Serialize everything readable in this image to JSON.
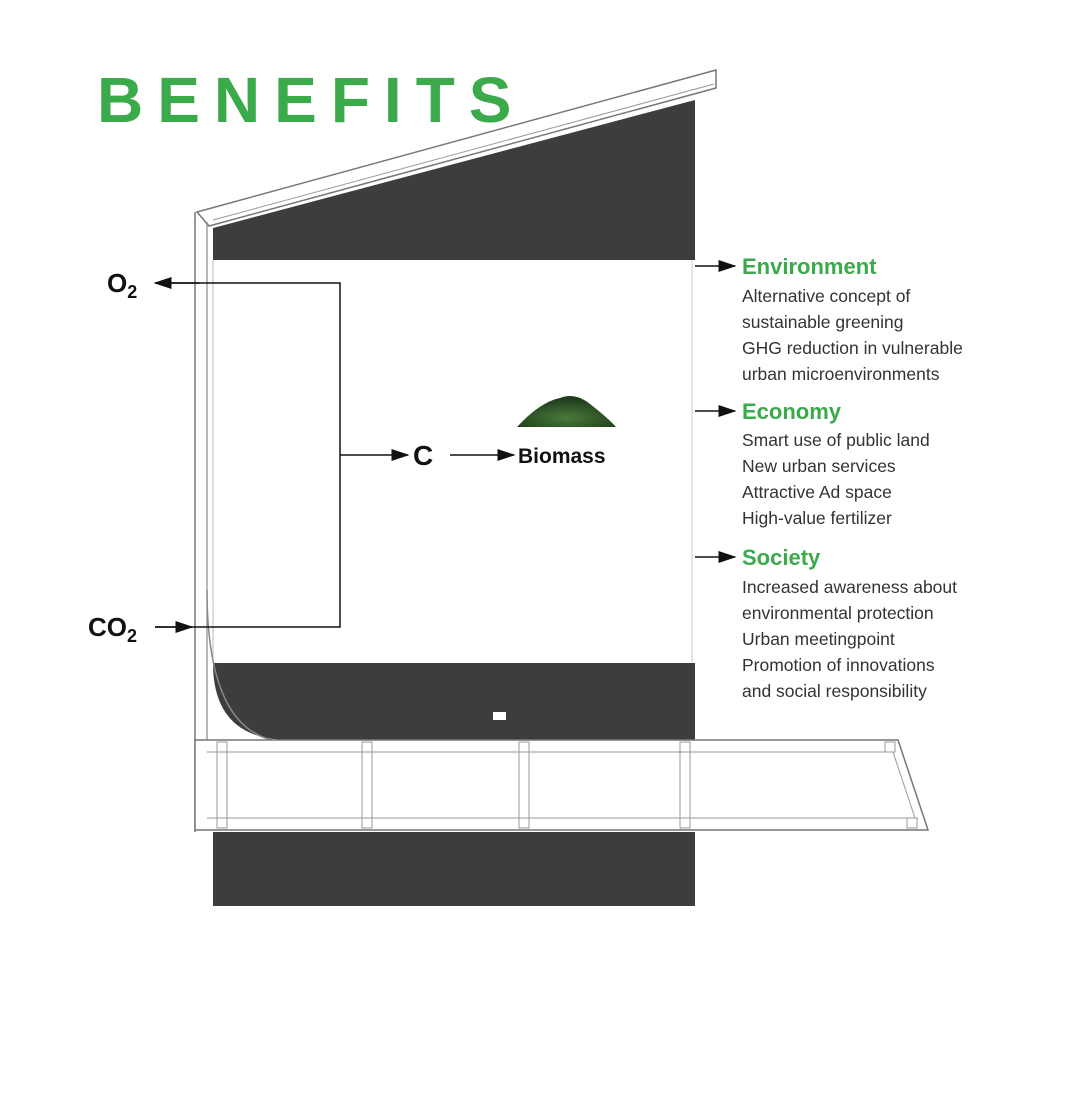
{
  "title": "BENEFITS",
  "colors": {
    "accent": "#3aaa4a",
    "dark": "#3d3d3d",
    "text": "#333333"
  },
  "flow": {
    "o2": {
      "base": "O",
      "sub": "2"
    },
    "co2": {
      "base": "CO",
      "sub": "2"
    },
    "carbon": "C",
    "biomass": "Biomass"
  },
  "benefits": [
    {
      "heading": "Environment",
      "lines": [
        "Alternative concept of",
        "sustainable greening",
        "GHG reduction in vulnerable",
        "urban microenvironments"
      ]
    },
    {
      "heading": "Economy",
      "lines": [
        "Smart use of public land",
        "New urban services",
        "Attractive Ad space",
        "High-value fertilizer"
      ]
    },
    {
      "heading": "Society",
      "lines": [
        "Increased awareness about",
        "environmental protection",
        "Urban meetingpoint",
        "Promotion of innovations",
        "and social responsibility"
      ]
    }
  ]
}
